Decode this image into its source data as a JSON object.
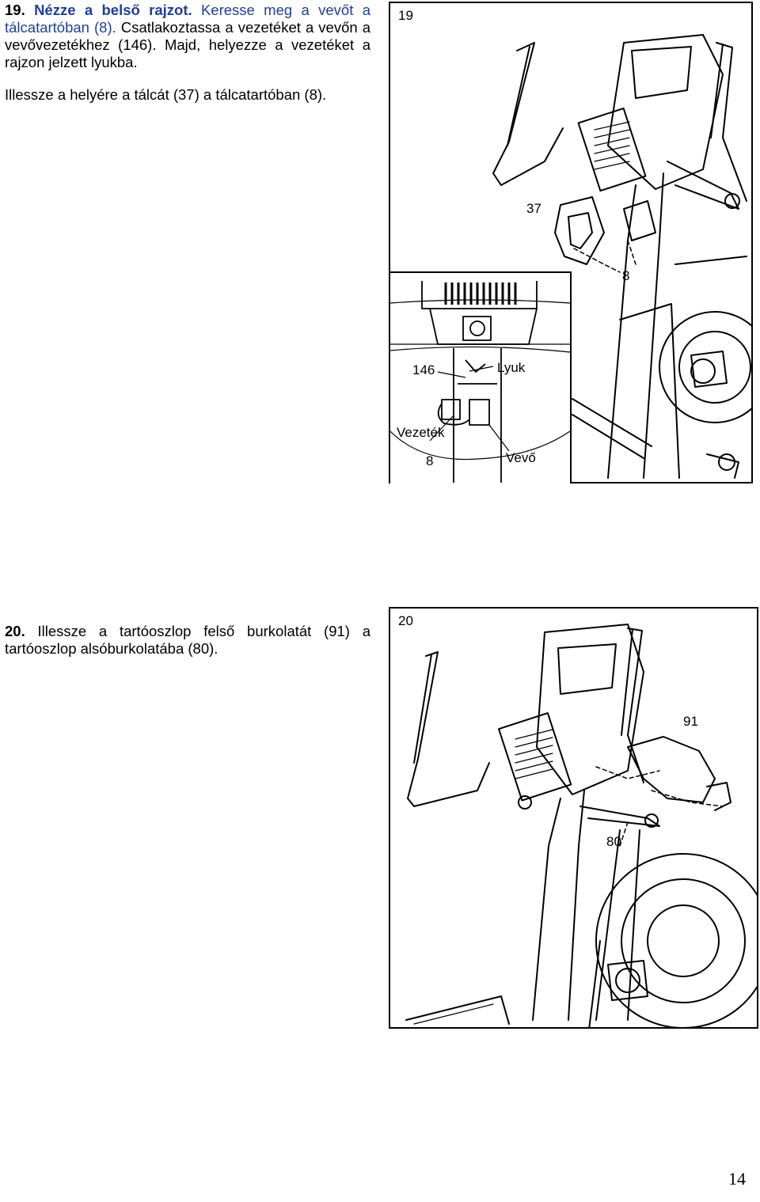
{
  "step19": {
    "number": "19.",
    "title": "Nézze a belső rajzot.",
    "sentence1": "Keresse meg a vevőt a tálcatartóban (8).",
    "sentence2": "Csatlakoztassa a vezetéket a vevőn a vevővezetékhez (146). Majd, helyezze a vezetéket a rajzon jelzett lyukba.",
    "paragraph2": "Illessze a helyére a tálcát (37) a tálcatartóban (8)."
  },
  "figure19": {
    "label": "19",
    "callouts": {
      "tray": "37",
      "holder": "8"
    },
    "inset": {
      "wire_number": "146",
      "hole": "Lyuk",
      "wire": "Vezeték",
      "holder": "8",
      "receiver": "Vevő"
    }
  },
  "step20": {
    "number": "20.",
    "text": "Illessze a tartóoszlop felső burkolatát (91) a tartóoszlop alsóburkolatába (80)."
  },
  "figure20": {
    "label": "20",
    "callouts": {
      "upper_cover": "91",
      "lower_cover": "80"
    }
  },
  "page": {
    "number": "14"
  }
}
